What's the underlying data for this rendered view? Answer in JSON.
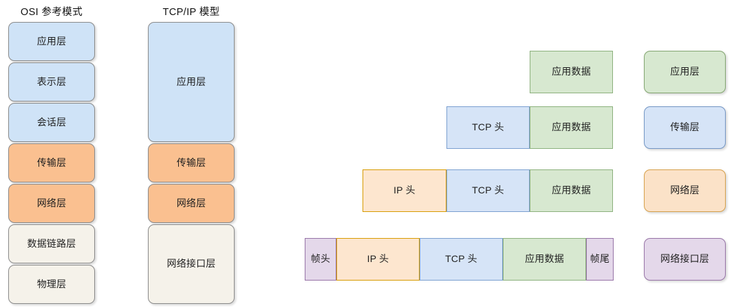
{
  "columns": {
    "osi": {
      "title": "OSI 参考模式",
      "layers": [
        {
          "label": "应用层",
          "color": "blue"
        },
        {
          "label": "表示层",
          "color": "blue"
        },
        {
          "label": "会话层",
          "color": "blue"
        },
        {
          "label": "传输层",
          "color": "orange"
        },
        {
          "label": "网络层",
          "color": "orange"
        },
        {
          "label": "数据链路层",
          "color": "cream"
        },
        {
          "label": "物理层",
          "color": "cream"
        }
      ]
    },
    "tcpip": {
      "title": "TCP/IP 模型",
      "layers": [
        {
          "label": "应用层",
          "color": "blue",
          "span": 3
        },
        {
          "label": "传输层",
          "color": "orange",
          "span": 1
        },
        {
          "label": "网络层",
          "color": "orange",
          "span": 1
        },
        {
          "label": "网络接口层",
          "color": "cream",
          "span": 2
        }
      ]
    }
  },
  "encapsulation": {
    "rows": [
      {
        "legend": "应用层",
        "legend_color": "green",
        "segments": [
          {
            "label": "应用数据",
            "color": "green",
            "units": 1
          }
        ]
      },
      {
        "legend": "传输层",
        "legend_color": "blue",
        "segments": [
          {
            "label": "TCP 头",
            "color": "blue",
            "units": 1
          },
          {
            "label": "应用数据",
            "color": "green",
            "units": 1
          }
        ]
      },
      {
        "legend": "网络层",
        "legend_color": "orange",
        "segments": [
          {
            "label": "IP 头",
            "color": "orange",
            "units": 1
          },
          {
            "label": "TCP 头",
            "color": "blue",
            "units": 1
          },
          {
            "label": "应用数据",
            "color": "green",
            "units": 1
          }
        ]
      },
      {
        "legend": "网络接口层",
        "legend_color": "purple",
        "segments": [
          {
            "label": "帧头",
            "color": "purple",
            "units": 0.38
          },
          {
            "label": "IP 头",
            "color": "orange",
            "units": 1
          },
          {
            "label": "TCP 头",
            "color": "blue",
            "units": 1
          },
          {
            "label": "应用数据",
            "color": "green",
            "units": 1
          },
          {
            "label": "帧尾",
            "color": "purple",
            "units": 0.33
          }
        ]
      }
    ]
  },
  "watermark": {
    "text": ""
  },
  "palette": {
    "osi_blue": "#cfe3f7",
    "osi_orange": "#fac090",
    "osi_cream": "#f5f2ea",
    "seg_green": "#d7e8d0",
    "seg_blue": "#d6e4f7",
    "seg_orange": "#fde6cf",
    "seg_purple": "#e4d8ea",
    "background": "#ffffff"
  }
}
